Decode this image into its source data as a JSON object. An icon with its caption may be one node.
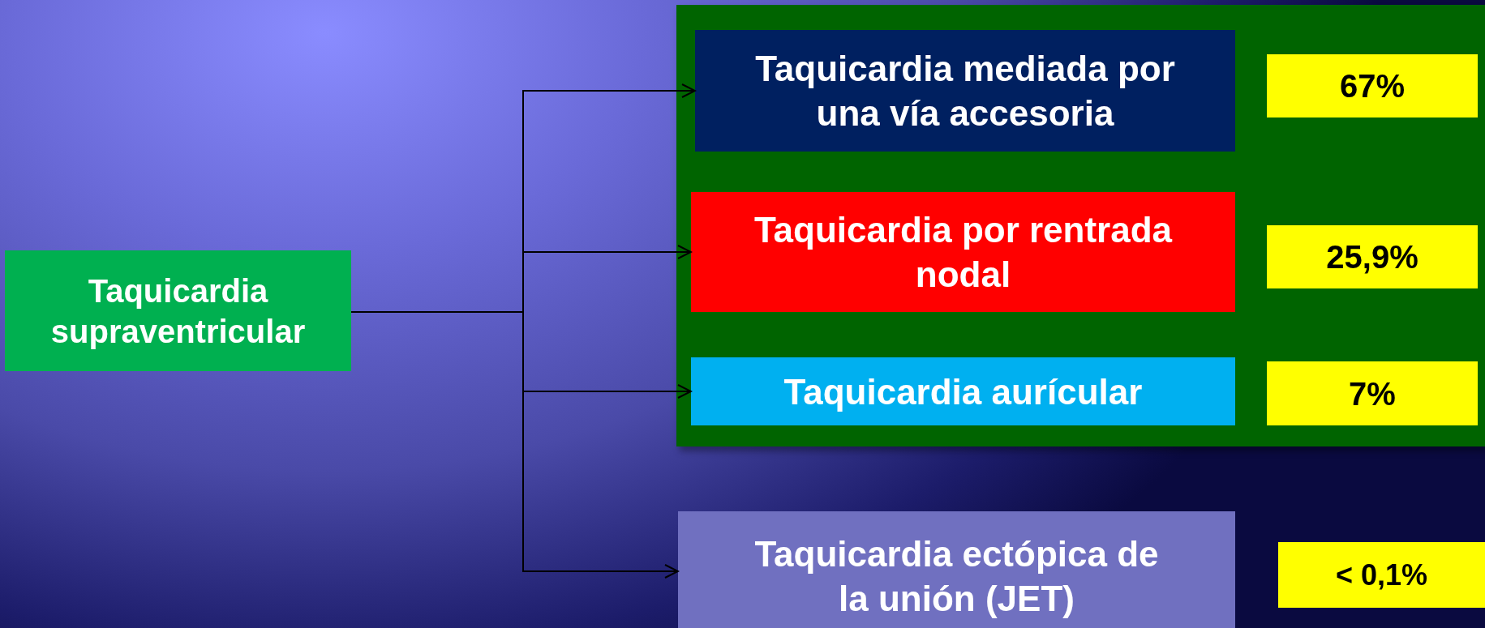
{
  "diagram": {
    "nodes": [
      {
        "text": [
          "Taquicardia supraventricular"
        ]
      },
      {
        "text": [],
        "shape": "box"
      },
      {
        "text": [
          "Taquicardia mediada por una vía accesoria"
        ],
        "in": 1
      },
      {
        "text": [
          "67%"
        ],
        "in": 1
      },
      {
        "text": [
          "Taquicardia por rentrada nodal"
        ],
        "in": 1
      },
      {
        "text": [
          "25,9%"
        ],
        "in": 1
      },
      {
        "text": [
          "Taquicardia aurícular"
        ],
        "in": 1
      },
      {
        "text": [
          "7%"
        ],
        "in": 1
      },
      {
        "text": [
          "Taquicardia ectópica de la unión (JET)"
        ]
      },
      {
        "text": [
          "< 0,1%"
        ]
      }
    ],
    "edges": [
      {
        "from": 0,
        "to": 2,
        "arrow": "to"
      },
      {
        "from": 0,
        "to": 4,
        "arrow": "to"
      },
      {
        "from": 0,
        "to": 6,
        "arrow": "to"
      },
      {
        "from": 0,
        "to": 8,
        "arrow": "to"
      }
    ]
  }
}
